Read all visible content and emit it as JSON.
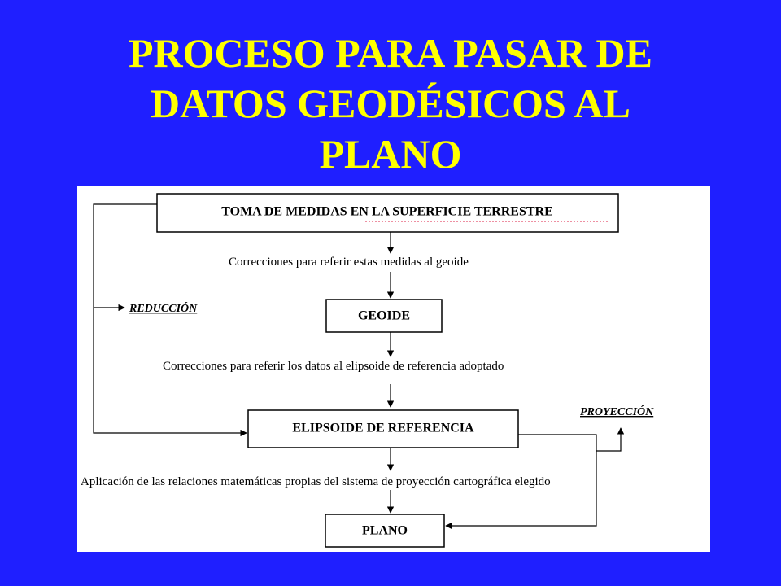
{
  "title": {
    "line1": "PROCESO PARA PASAR DE",
    "line2": "DATOS GEODÉSICOS AL",
    "line3": "PLANO"
  },
  "diagram": {
    "box_toma": "TOMA DE MEDIDAS EN LA SUPERFICIE TERRESTRE",
    "corr1": "Correcciones para referir estas medidas al geoide",
    "box_geoide": "GEOIDE",
    "corr2": "Correcciones para referir los datos al elipsoide de referencia adoptado",
    "box_elipsoide": "ELIPSOIDE DE REFERENCIA",
    "aplicacion": "Aplicación de las relaciones matemáticas propias del sistema de proyección cartográfica elegido",
    "box_plano": "PLANO",
    "reduccion": "REDUCCIÓN",
    "proyeccion": "PROYECCIÓN"
  },
  "colors": {
    "background": "#1f1fff",
    "title": "#ffff00"
  }
}
